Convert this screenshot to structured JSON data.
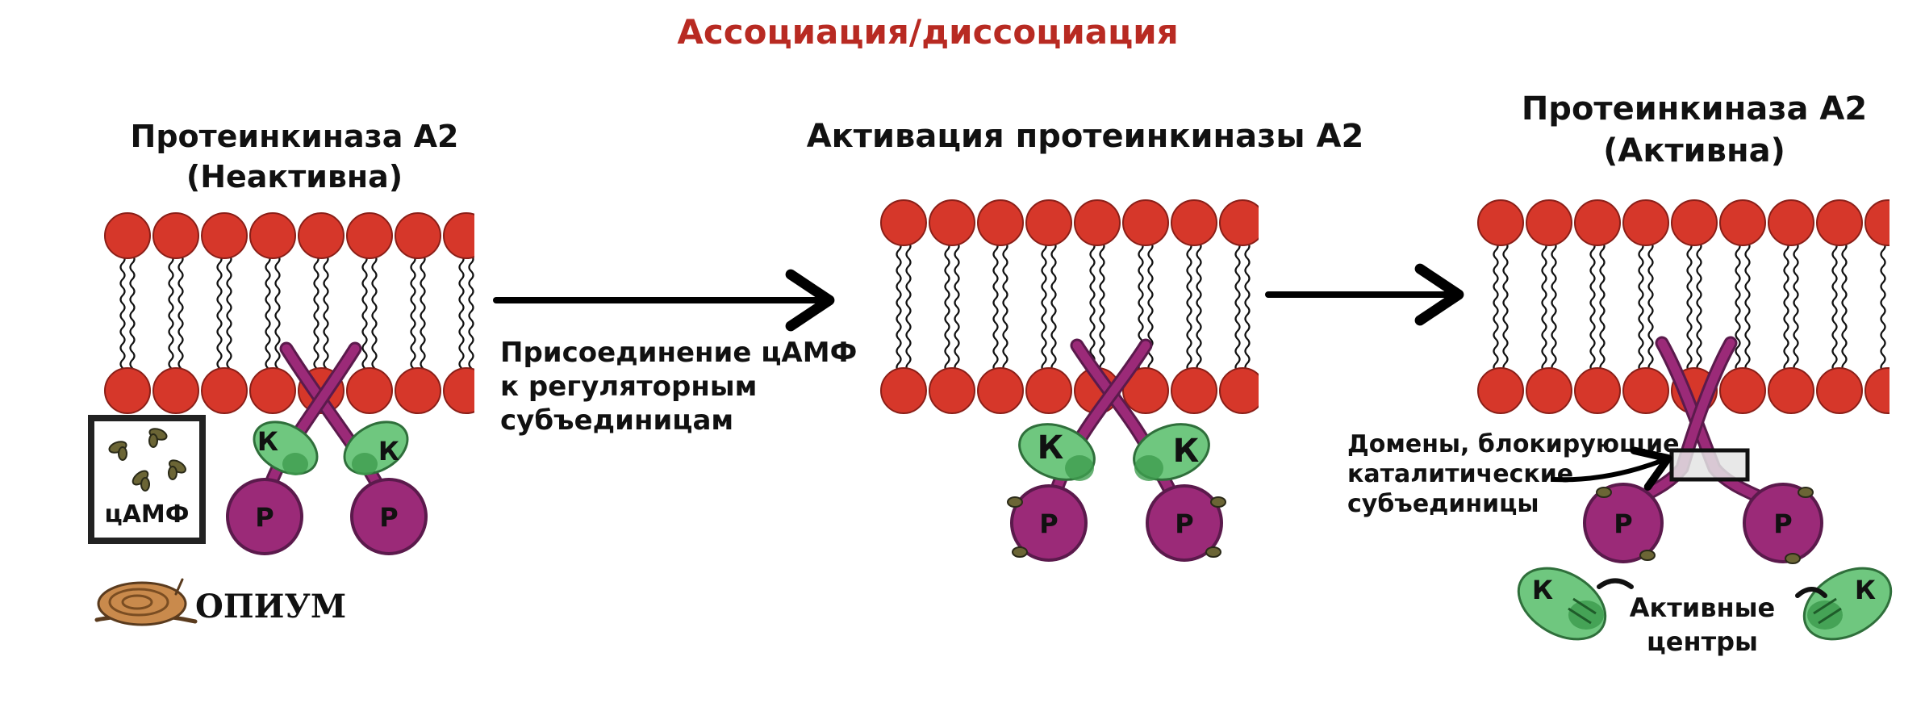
{
  "title": "Ассоциация/диссоциация",
  "panels": [
    {
      "heading_line1": "Протеинкиназа А2",
      "heading_line2": "(Неактивна)"
    },
    {
      "heading_line1": "Активация протеинкиназы А2",
      "heading_line2": ""
    },
    {
      "heading_line1": "Протеинкиназа А2",
      "heading_line2": "(Активна)"
    }
  ],
  "arrow1_label": [
    "Присоединение цАМФ",
    "к регуляторным",
    "субъединицам"
  ],
  "camp_box_label": "цАМФ",
  "subunit_letters": {
    "catalytic": "К",
    "regulatory": "Р"
  },
  "blocking_domains_label": [
    "Домены, блокирующие",
    "каталитические",
    "субъединицы"
  ],
  "active_centers_label": [
    "Активные",
    "центры"
  ],
  "logo_text": "ОПИУМ",
  "colors": {
    "title_red": "#b82a22",
    "lipid_head": "#d6372a",
    "regulatory": "#9b2a78",
    "catalytic": "#6fc77f",
    "catalytic_dark": "#3e9c4f",
    "camp": "#6b6535",
    "text": "#111111"
  }
}
